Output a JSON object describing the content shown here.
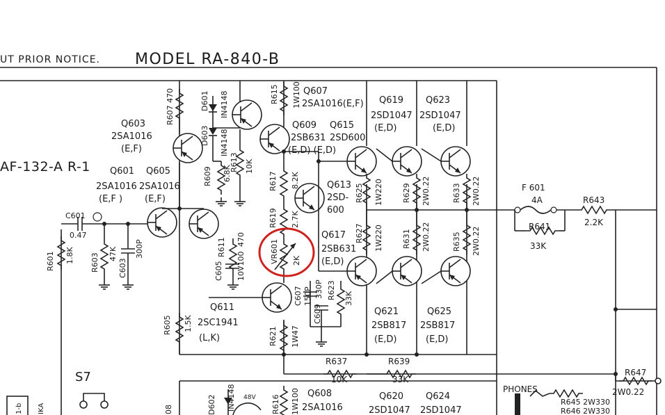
{
  "header": {
    "notice": "UT PRIOR NOTICE.",
    "model": "MODEL RA-840-B"
  },
  "board": "AF-132-A R-1",
  "switch": "S7",
  "phones": "PHONES",
  "highlight_color": "#d0201c",
  "ink_color": "#222222",
  "labels": {
    "q607": "Q607",
    "q607_part": "2SA1016(E,F)",
    "q603": "Q603",
    "q603_part": "2SA1016",
    "q603_rank": "(E,F)",
    "q601": "Q601",
    "q601_part": "2SA1016",
    "q601_rank": "(E,F )",
    "q605": "Q605",
    "q605_part": "2SA1016",
    "q605_rank": "(E,F)",
    "q609": "Q609",
    "q609_part": "2SB631",
    "q615": "Q615",
    "q615_part": "2SD600",
    "q609_615_rank": "(E,D) (E,D)",
    "q619": "Q619",
    "q619_part": "2SD1047",
    "q619_rank": "(E,D)",
    "q623": "Q623",
    "q623_part": "2SD1047",
    "q623_rank": "(E,D)",
    "q613": "Q613",
    "q613_part_a": "2SD-",
    "q613_part_b": "600",
    "q617": "Q617",
    "q617_part": "2SB631",
    "q617_rank": "(E,D)",
    "q611": "Q611",
    "q611_part": "2SC1941",
    "q611_rank": "(L,K)",
    "q621": "Q621",
    "q621_part": "2SB817",
    "q621_rank": "(E,D)",
    "q625": "Q625",
    "q625_part": "2SB817",
    "q625_rank": "(E,D)",
    "q608": "Q608",
    "q608_part": "2SA1016",
    "q620": "Q620",
    "q620_part": "2SD1047",
    "q624": "Q624",
    "q624_part": "2SD1047",
    "r607": "R607 470",
    "d601": "D601",
    "d601_part": "IN4148",
    "r615": "R615",
    "r615_val": "1W100",
    "d603": "D603",
    "d603_part": "IN4148",
    "r609": "R609",
    "r609_val": "6.8K",
    "r613": "R613",
    "r613_val": "10K",
    "r617": "R617",
    "r617_val": "8.2K",
    "r619": "R619",
    "r619_val": "2.7K",
    "vr601": "VR601",
    "vr601_val": "2K",
    "c601": "C601",
    "c601_val": "0.47",
    "r601": "R601",
    "r601_val": "1.8K",
    "r603": "R603",
    "r603_val": "47K",
    "c603": "C603",
    "c603_val": "300P",
    "c605": "C605",
    "r611": "R611",
    "r611_val_a": "10V100",
    "r611_val_b": "470",
    "c607": "C607",
    "c607_val": "150P",
    "c609": "C609",
    "c609_val": "330P",
    "r623": "R623",
    "r623_val": "33K",
    "r625": "R625",
    "r625_val": "1W220",
    "r627": "R627",
    "r627_val": "1W220",
    "r629": "R629",
    "r629_val": "2W0.22",
    "r631": "R631",
    "r631_val": "2W0.22",
    "r633": "R633",
    "r633_val": "2W0.22",
    "r635": "R635",
    "r635_val": "2W0.22",
    "r605": "R605",
    "r605_val": "1.5K",
    "r621": "R621",
    "r621_val": "1W47",
    "f601": "F 601",
    "f601_val": "4A",
    "r641": "R641",
    "r641_val": "33K",
    "r643": "R643",
    "r643_val": "2.2K",
    "r637": "R637",
    "r637_val": "10K",
    "r639": "R639",
    "r639_val": "33K",
    "r647": "R647",
    "r647_val": "2W0.22",
    "r645": "R645 2W330",
    "r646": "R646 2W330",
    "d602": "D602",
    "d602_part": "IN4148",
    "r616": "R616",
    "r616_val": "1W100",
    "v48": "48V",
    "left_08": "08",
    "left_1b": "1-b",
    "left_ika": "IKA"
  }
}
